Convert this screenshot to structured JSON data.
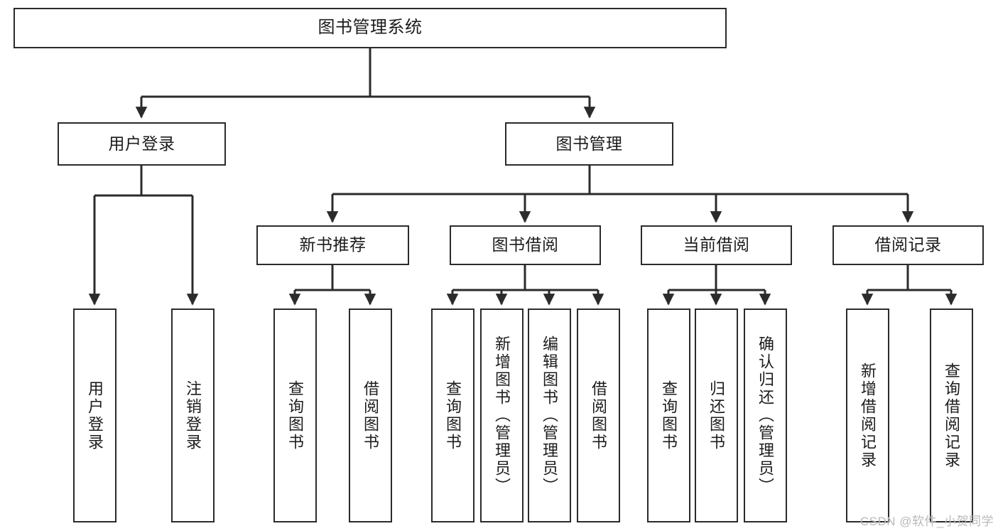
{
  "diagram": {
    "type": "tree-hierarchy-chart",
    "title": "图书管理系统",
    "watermark": "CSDN @软件_小贺同学",
    "colors": {
      "box_border": "#2b2b2b",
      "box_fill": "#ffffff",
      "connector": "#2b2b2b",
      "text": "#1c1c1c",
      "watermark": "#b9b9b9",
      "background": "#ffffff"
    },
    "nodes": {
      "root": {
        "label": "图书管理系统"
      },
      "level2": [
        {
          "id": "user-login",
          "label": "用户登录"
        },
        {
          "id": "book-management",
          "label": "图书管理"
        }
      ],
      "level3": [
        {
          "id": "new-book-recommend",
          "label": "新书推荐"
        },
        {
          "id": "book-borrow",
          "label": "图书借阅"
        },
        {
          "id": "current-borrow",
          "label": "当前借阅"
        },
        {
          "id": "borrow-record",
          "label": "借阅记录"
        }
      ],
      "leaves": {
        "user_login": [
          {
            "id": "leaf-user-login",
            "label": "用户登录"
          },
          {
            "id": "leaf-logout-login",
            "label": "注销登录"
          }
        ],
        "new_book_recommend": [
          {
            "id": "leaf-query-book-1",
            "label": "查询图书"
          },
          {
            "id": "leaf-borrow-book-1",
            "label": "借阅图书"
          }
        ],
        "book_borrow": [
          {
            "id": "leaf-query-book-2",
            "label": "查询图书"
          },
          {
            "id": "leaf-add-book",
            "label": "新增图书（管理员）"
          },
          {
            "id": "leaf-edit-book",
            "label": "编辑图书（管理员）"
          },
          {
            "id": "leaf-borrow-book-2",
            "label": "借阅图书"
          }
        ],
        "current_borrow": [
          {
            "id": "leaf-query-book-3",
            "label": "查询图书"
          },
          {
            "id": "leaf-return-book",
            "label": "归还图书"
          },
          {
            "id": "leaf-confirm-return",
            "label": "确认归还（管理员）"
          }
        ],
        "borrow_record": [
          {
            "id": "leaf-add-borrow-record",
            "label": "新增借阅记录"
          },
          {
            "id": "leaf-query-borrow-record",
            "label": "查询借阅记录"
          }
        ]
      }
    }
  }
}
